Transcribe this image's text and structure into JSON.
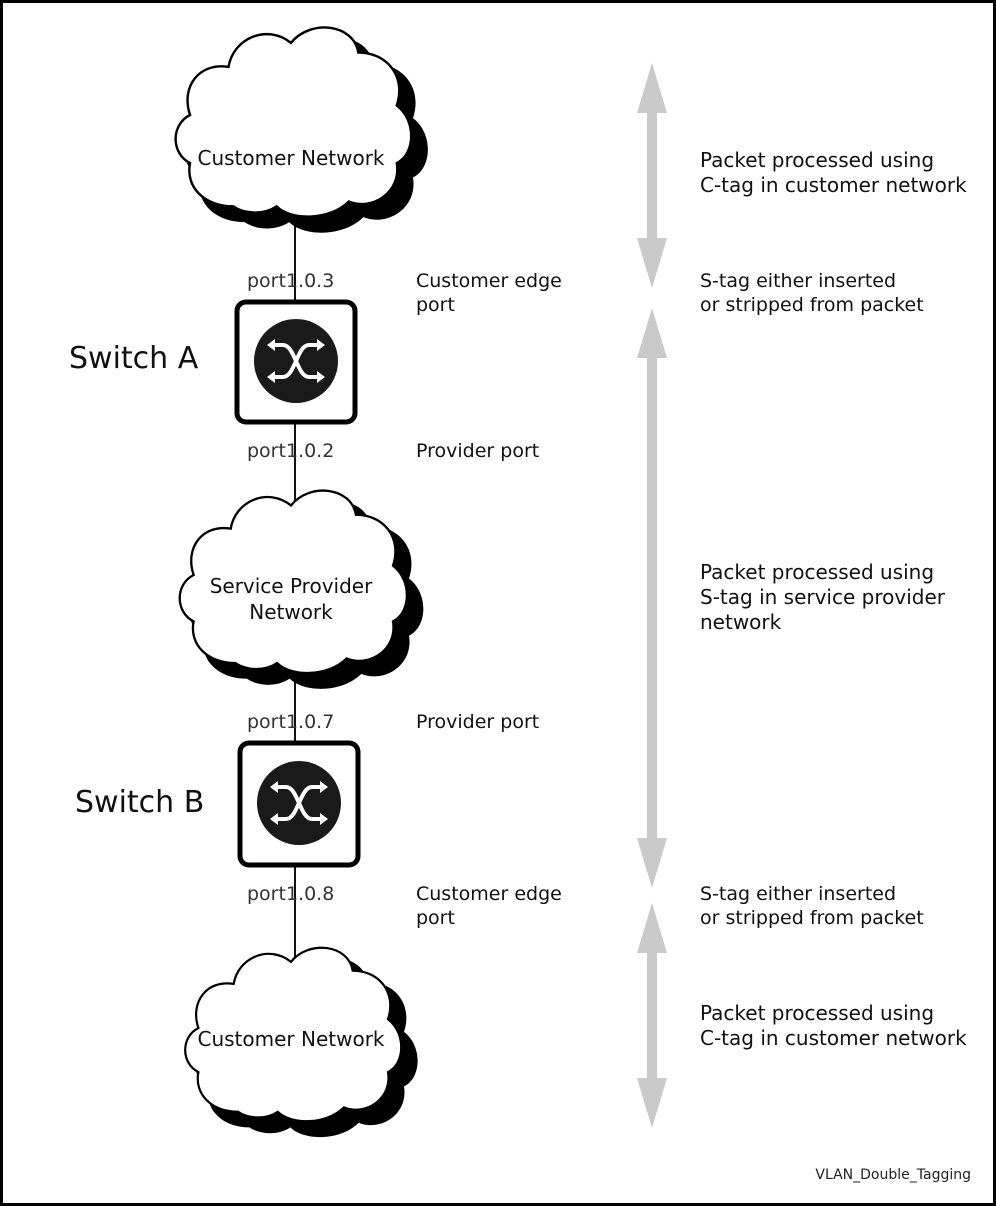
{
  "diagram": {
    "clouds": {
      "top": "Customer Network",
      "middle": "Service Provider\nNetwork",
      "bottom": "Customer Network"
    },
    "switches": {
      "a": {
        "name": "Switch A",
        "upper_port": "port1.0.3",
        "upper_role": "Customer edge\nport",
        "lower_port": "port1.0.2",
        "lower_role": "Provider port"
      },
      "b": {
        "name": "Switch B",
        "upper_port": "port1.0.7",
        "upper_role": "Provider port",
        "lower_port": "port1.0.8",
        "lower_role": "Customer edge\nport"
      }
    },
    "annotations": {
      "top_customer": "Packet processed using\nC-tag in customer network",
      "stag_top": "S-tag either inserted\nor stripped from packet",
      "provider": "Packet processed using\nS-tag in service provider\nnetwork",
      "stag_bottom": "S-tag either inserted\nor stripped from packet",
      "bottom_customer": "Packet processed using\nC-tag in customer network"
    },
    "footer": "VLAN_Double_Tagging",
    "colors": {
      "arrow": "#c9c9c9",
      "switch_fill": "#1a1a1a",
      "line": "#111111"
    }
  }
}
